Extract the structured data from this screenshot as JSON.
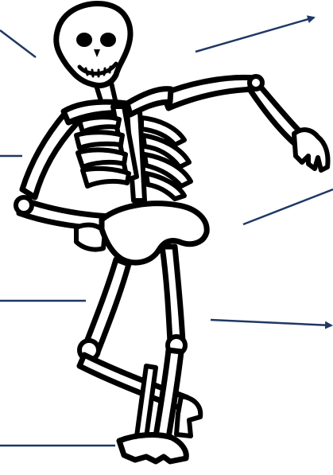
{
  "diagram": {
    "subject": "skeleton",
    "labels_printed": false,
    "leader_line_color": "#1f3864",
    "outline_color": "#000000",
    "fill_color": "#ffffff",
    "leader_lines": [
      {
        "name": "leader-line-skull",
        "arrowhead": false
      },
      {
        "name": "leader-line-arm-upper-right",
        "arrowhead": true
      },
      {
        "name": "leader-line-ribcage",
        "arrowhead": false
      },
      {
        "name": "leader-line-hand-right",
        "arrowhead": false
      },
      {
        "name": "leader-line-femur",
        "arrowhead": false
      },
      {
        "name": "leader-line-tibia",
        "arrowhead": true
      },
      {
        "name": "leader-line-foot",
        "arrowhead": false
      }
    ]
  }
}
